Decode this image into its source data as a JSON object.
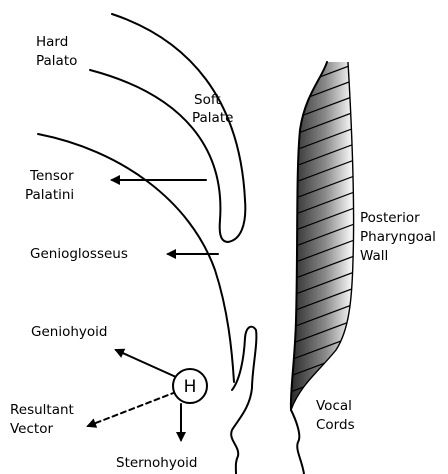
{
  "labels": {
    "hard_palate": [
      "Hard",
      "Palato"
    ],
    "soft_palate": [
      "Soft",
      "Palate"
    ],
    "tensor_palatini": [
      "Tensor",
      "Palatini"
    ],
    "genioglosseus": "Genioglosseus",
    "geniohyoid": "Geniohyoid",
    "hyoid": "H",
    "resultant_vector": [
      "Resultant",
      "Vector"
    ],
    "sternohyoid": "Sternohyoid",
    "posterior_pharyngeal_wall": [
      "Posterior",
      "Pharyngoal",
      "Wall"
    ],
    "vocal_cords": [
      "Vocal",
      "Cords"
    ]
  }
}
